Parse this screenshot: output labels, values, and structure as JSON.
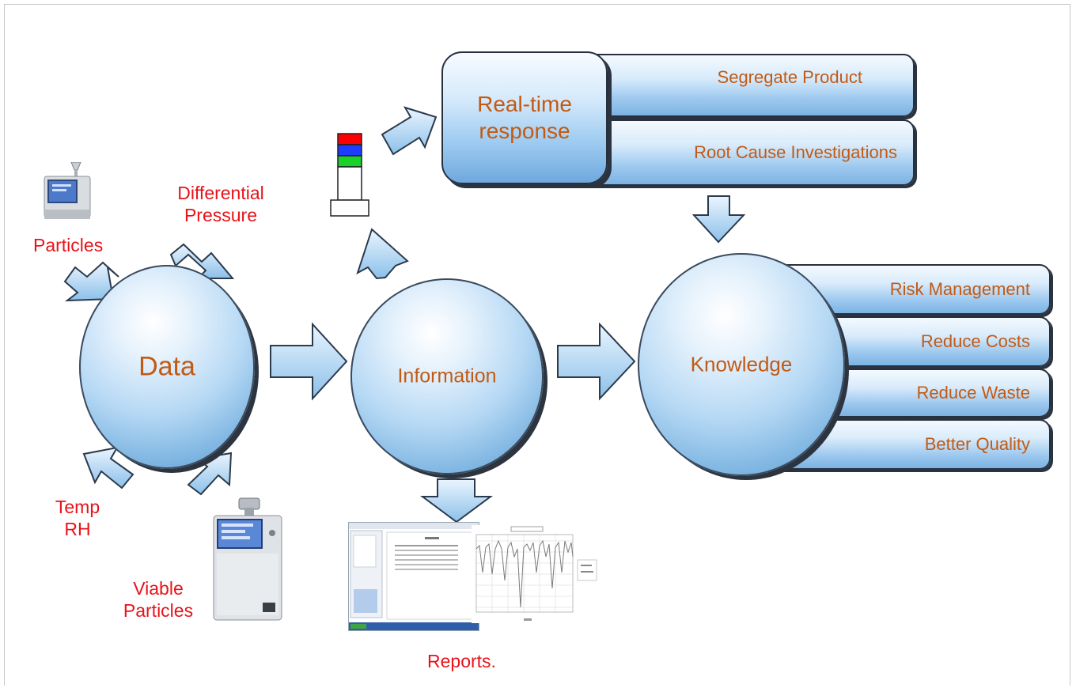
{
  "inputs": {
    "particles": "Particles",
    "differential_pressure": [
      "Differential",
      "Pressure"
    ],
    "temp_rh": [
      "Temp",
      "RH"
    ],
    "viable_particles": [
      "Viable",
      "Particles"
    ]
  },
  "stages": {
    "data": "Data",
    "information": "Information",
    "knowledge": "Knowledge"
  },
  "realtime": {
    "title": [
      "Real-time",
      "response"
    ],
    "actions": [
      "Segregate Product",
      "Root Cause Investigations"
    ]
  },
  "knowledge_outcomes": [
    "Risk Management",
    "Reduce Costs",
    "Reduce Waste",
    "Better Quality"
  ],
  "reports_label": "Reports.",
  "colors": {
    "input_label": "#e8131a",
    "stage_text": "#c25a14",
    "arrow_fill": "#a9d2f3",
    "arrow_stroke": "#2b3a4c",
    "beacon_red": "#ff0000",
    "beacon_blue": "#1e3cff",
    "beacon_green": "#18d22a"
  },
  "icons": [
    "particle-counter-icon",
    "signal-tower-icon",
    "report-screenshot-icon",
    "trend-chart-icon"
  ]
}
